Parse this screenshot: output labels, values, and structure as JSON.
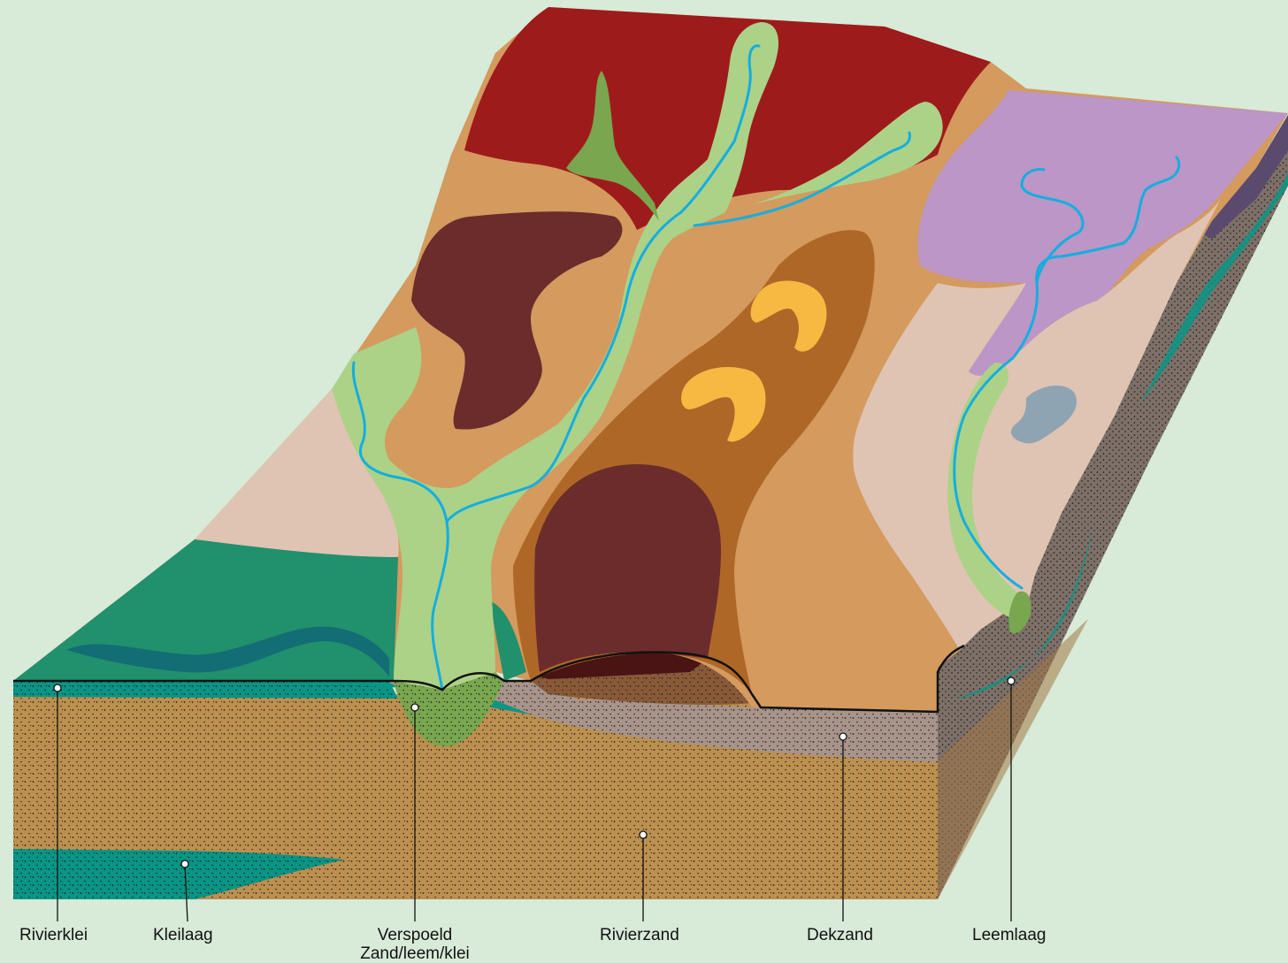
{
  "labels": {
    "rivierklei": "Rivierklei",
    "kleilaag": "Kleilaag",
    "verspoeld_1": "Verspoeld",
    "verspoeld_2": "Zand/leem/klei",
    "rivierzand": "Rivierzand",
    "dekzand": "Dekzand",
    "leemlaag": "Leemlaag"
  },
  "colors": {
    "background": "#d8ead8",
    "red_plateau": "#9e1b1b",
    "tan": "#d49a5e",
    "dark_brown": "#6b2c2c",
    "mid_brown": "#ae6727",
    "yellow": "#f6b942",
    "light_green": "#acd287",
    "mid_green": "#79a64f",
    "pink_beige": "#dfc4b3",
    "lilac": "#bb96c6",
    "grey_blue": "#8ea4b2",
    "teal_green": "#21906c",
    "dark_teal": "#136d74",
    "aqua": "#0a9586",
    "river_blue": "#14aee0",
    "sand": "#bd904f",
    "grey_sand": "#a8948a",
    "dark_grey": "#7d7068",
    "purple_edge": "#5a4a6e"
  }
}
